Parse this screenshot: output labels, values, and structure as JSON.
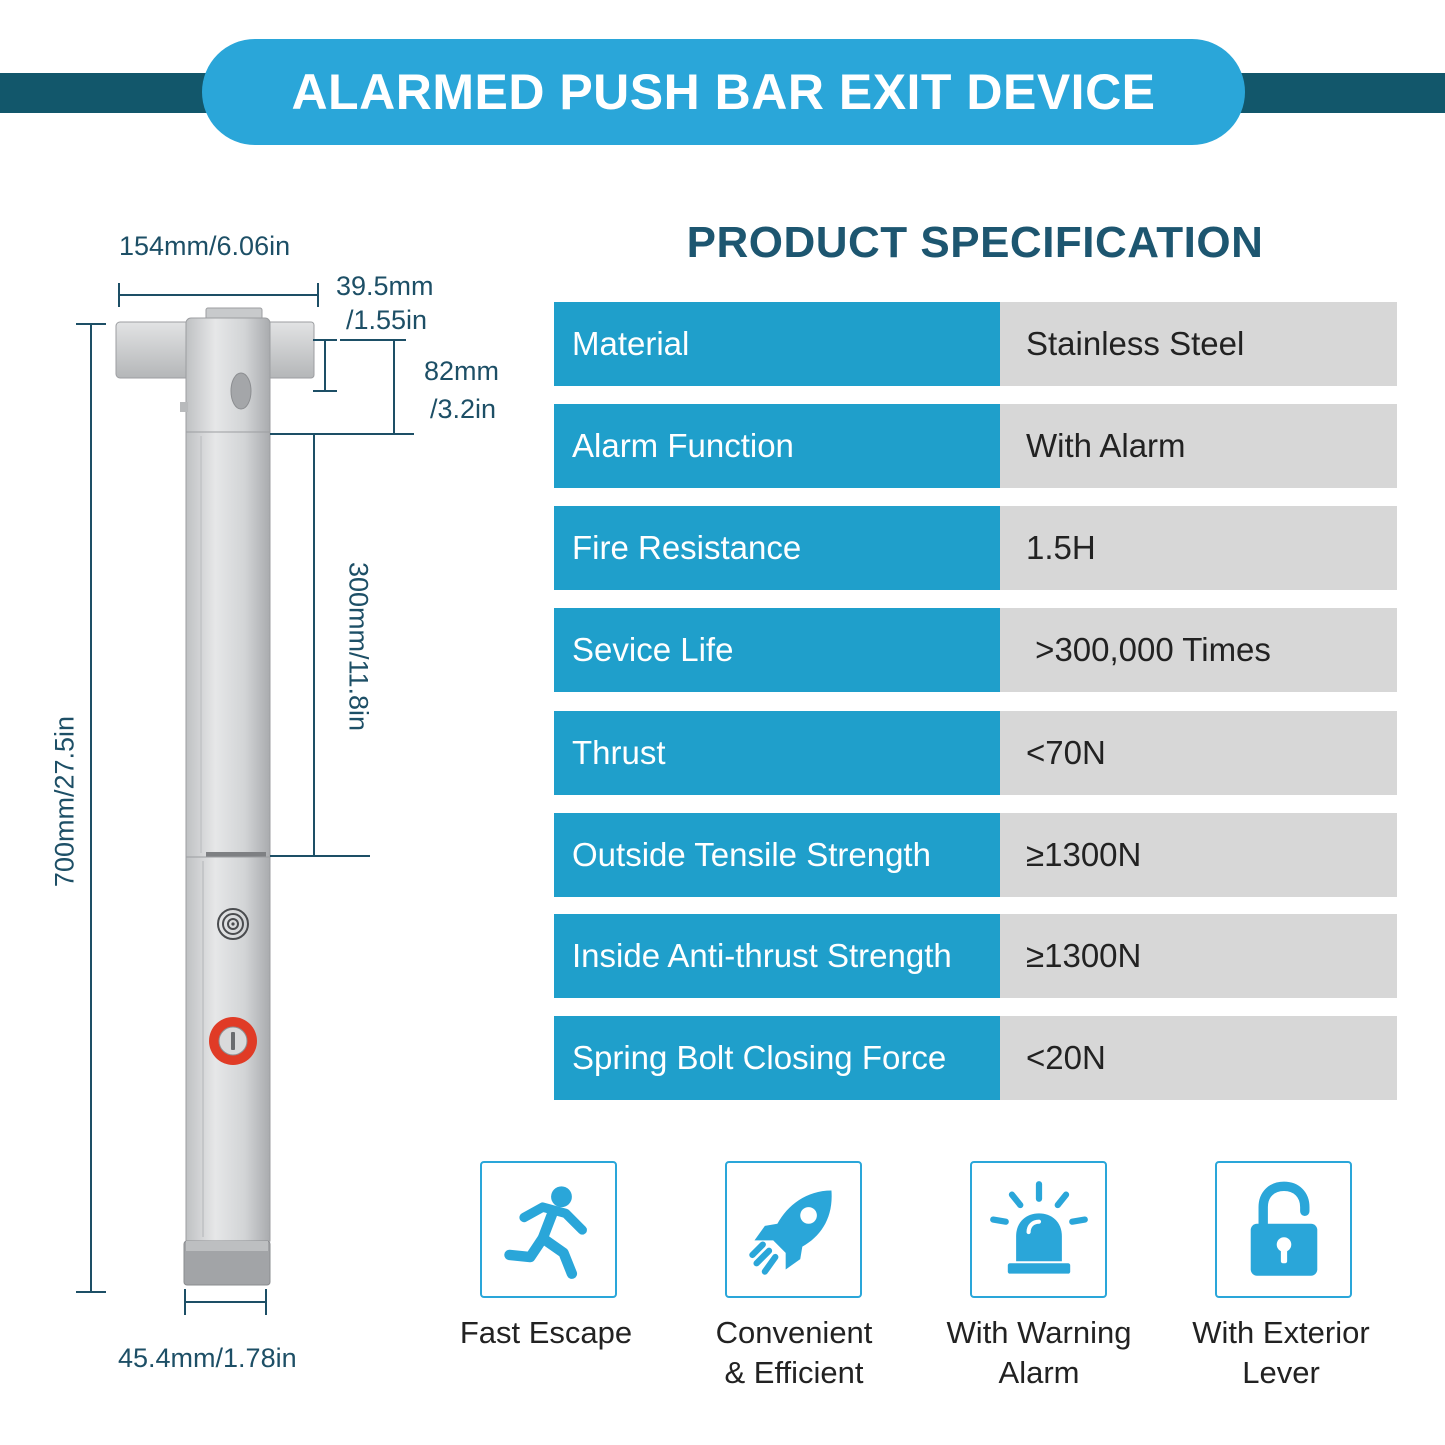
{
  "header": {
    "title": "ALARMED PUSH BAR EXIT DEVICE"
  },
  "spec": {
    "title": "PRODUCT SPECIFICATION",
    "rows": [
      {
        "label": "Material",
        "value": "Stainless Steel"
      },
      {
        "label": "Alarm Function",
        "value": "With Alarm"
      },
      {
        "label": "Fire Resistance",
        "value": "1.5H"
      },
      {
        "label": "Sevice Life",
        "value": " >300,000 Times"
      },
      {
        "label": "Thrust",
        "value": "<70N"
      },
      {
        "label": "Outside Tensile Strength",
        "value": "≥1300N"
      },
      {
        "label": "Inside Anti-thrust Strength",
        "value": "≥1300N"
      },
      {
        "label": "Spring Bolt Closing Force",
        "value": "<20N"
      }
    ]
  },
  "dimensions": {
    "width_top": "154mm/6.06in",
    "depth_a_1": "39.5mm",
    "depth_a_2": "/1.55in",
    "height_head_1": "82mm",
    "height_head_2": "/3.2in",
    "bar_length": "300mm/11.8in",
    "total_height": "700mm/27.5in",
    "width_bottom": "45.4mm/1.78in"
  },
  "features": [
    {
      "icon": "running-person-icon",
      "line1": "Fast Escape",
      "line2": ""
    },
    {
      "icon": "rocket-icon",
      "line1": "Convenient",
      "line2": "& Efficient"
    },
    {
      "icon": "alarm-siren-icon",
      "line1": "With Warning",
      "line2": "Alarm"
    },
    {
      "icon": "unlocked-padlock-icon",
      "line1": "With Exterior",
      "line2": "Lever"
    }
  ],
  "colors": {
    "accent": "#2aa6d9",
    "dark_teal": "#12576b",
    "label_blue": "#1f9fcb",
    "value_gray": "#d7d7d7",
    "dimension_text": "#1d4f66"
  }
}
